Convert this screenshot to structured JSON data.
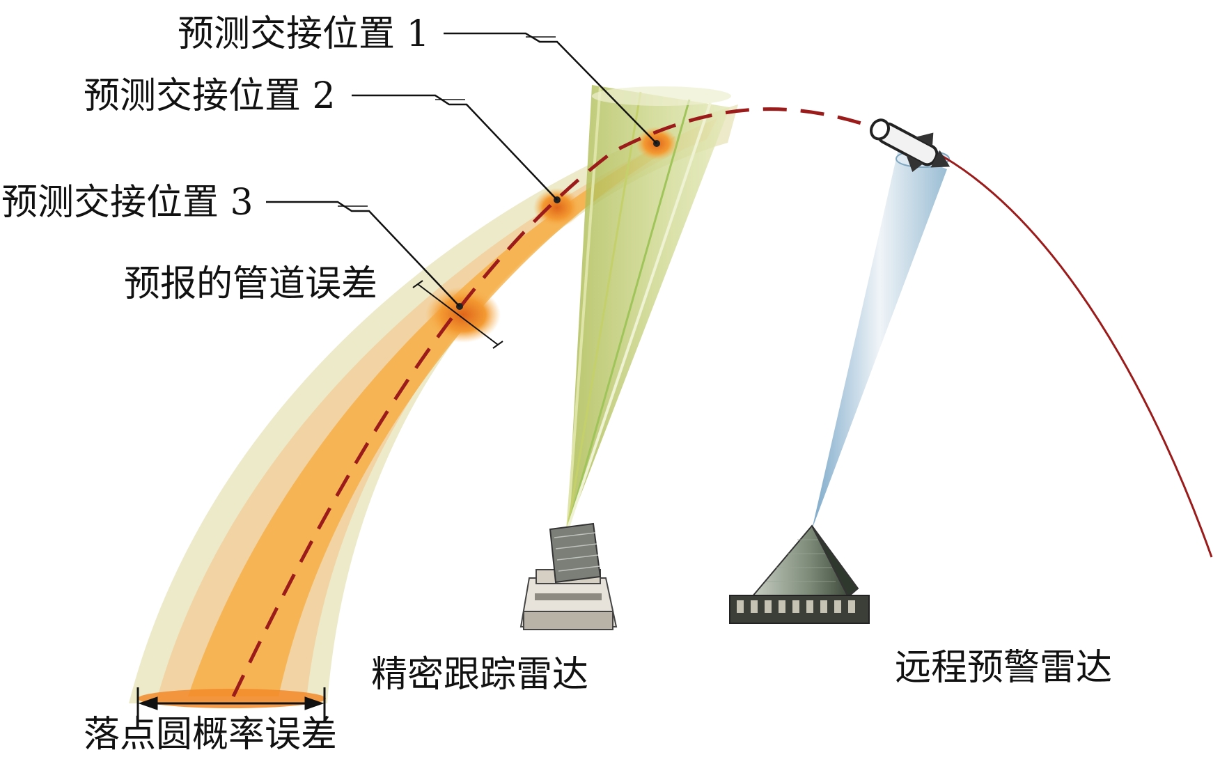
{
  "labels": {
    "handover_1": "预测交接位置 1",
    "handover_2": "预测交接位置 2",
    "handover_3": "预测交接位置 3",
    "tube_error": "预报的管道误差",
    "impact_cep": "落点圆概率误差",
    "precision_radar": "精密跟踪雷达",
    "early_warning_radar": "远程预警雷达"
  },
  "colors": {
    "trajectory": "#9b1b1b",
    "tube_outer": "#e9e6bf",
    "tube_mid": "#f3cf9c",
    "tube_core": "#f7a93a",
    "precision_beam": "#b4c25a",
    "warning_beam": "#8fb6cf"
  },
  "icons": {
    "missile": "missile-icon",
    "precision_radar": "tracking-radar-icon",
    "early_warning_radar": "phased-array-radar-icon"
  }
}
